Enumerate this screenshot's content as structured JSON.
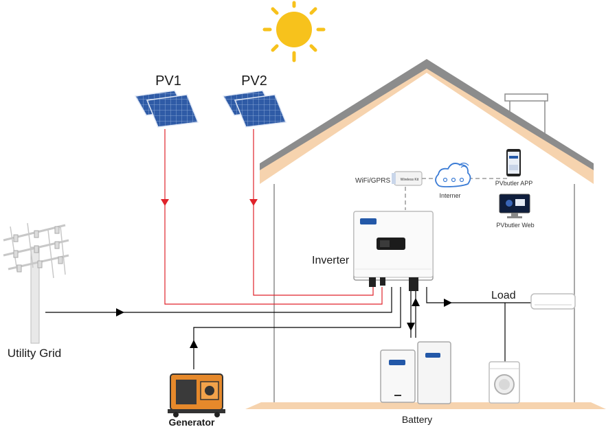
{
  "labels": {
    "pv1": "PV1",
    "pv2": "PV2",
    "inverter": "Inverter",
    "load": "Load",
    "utility_grid": "Utility Grid",
    "generator": "Generator",
    "battery": "Battery",
    "wifi": "WiFi/GPRS",
    "internet": "Interner",
    "app": "PVbutler APP",
    "web": "PVbutler Web",
    "dongle": "Wireless Kit"
  },
  "icons": [
    "sun-icon",
    "solar-panel-icon",
    "utility-pole-icon",
    "generator-icon",
    "inverter-icon",
    "battery-icon",
    "cloud-icon",
    "phone-icon",
    "monitor-icon",
    "air-conditioner-icon",
    "washing-machine-icon",
    "wifi-dongle-icon"
  ],
  "colors": {
    "sun": "#f7c21c",
    "roof": "#f6d3ae",
    "roof_edge": "#8c8c8c",
    "pv_line": "#e0222a",
    "panel": "#2f5ba6",
    "generator": "#e6892b"
  }
}
